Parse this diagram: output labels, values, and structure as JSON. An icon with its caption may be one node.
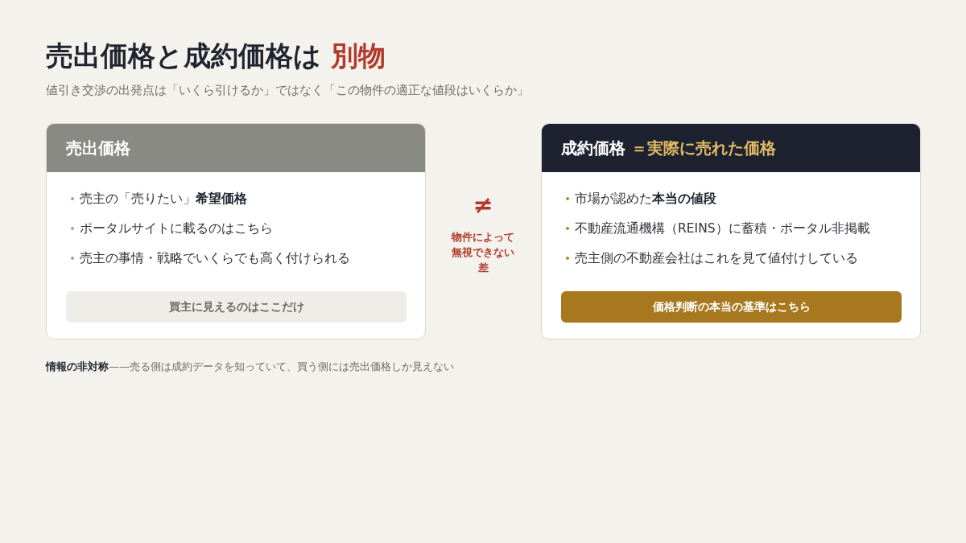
{
  "diagram": {
    "title": "売出価格と成約価格は **別物**",
    "nodes": [
      {
        "text": [
          "売出価格",
          "売主の「売りたい」**希望価格**",
          "ポータルサイトに載るのはこちら",
          "売主の事情・戦略でいくらでも高く付けられる"
        ]
      },
      {
        "text": [
          "買主に見えるのはここだけ"
        ],
        "in": 0
      },
      {
        "text": [
          "成約価格 **＝実際に売れた価格**",
          "市場が認めた**本当の値段**",
          "不動産流通機構（REINS）に蓄積・ポータル非掲載",
          "売主側の不動産会社はこれを見て値付けしている"
        ]
      },
      {
        "text": [
          "価格判断の本当の基準はこちら"
        ],
        "in": 2
      }
    ],
    "labels": [
      "値引き交渉の出発点は「いくら引けるか」ではなく「この物件の適正な値段はいくらか」",
      "≠",
      "物件によって無視できない差",
      "**情報の非対称**——売る側は成約データを知っていて、買う側には売出価格しか見えない"
    ]
  }
}
